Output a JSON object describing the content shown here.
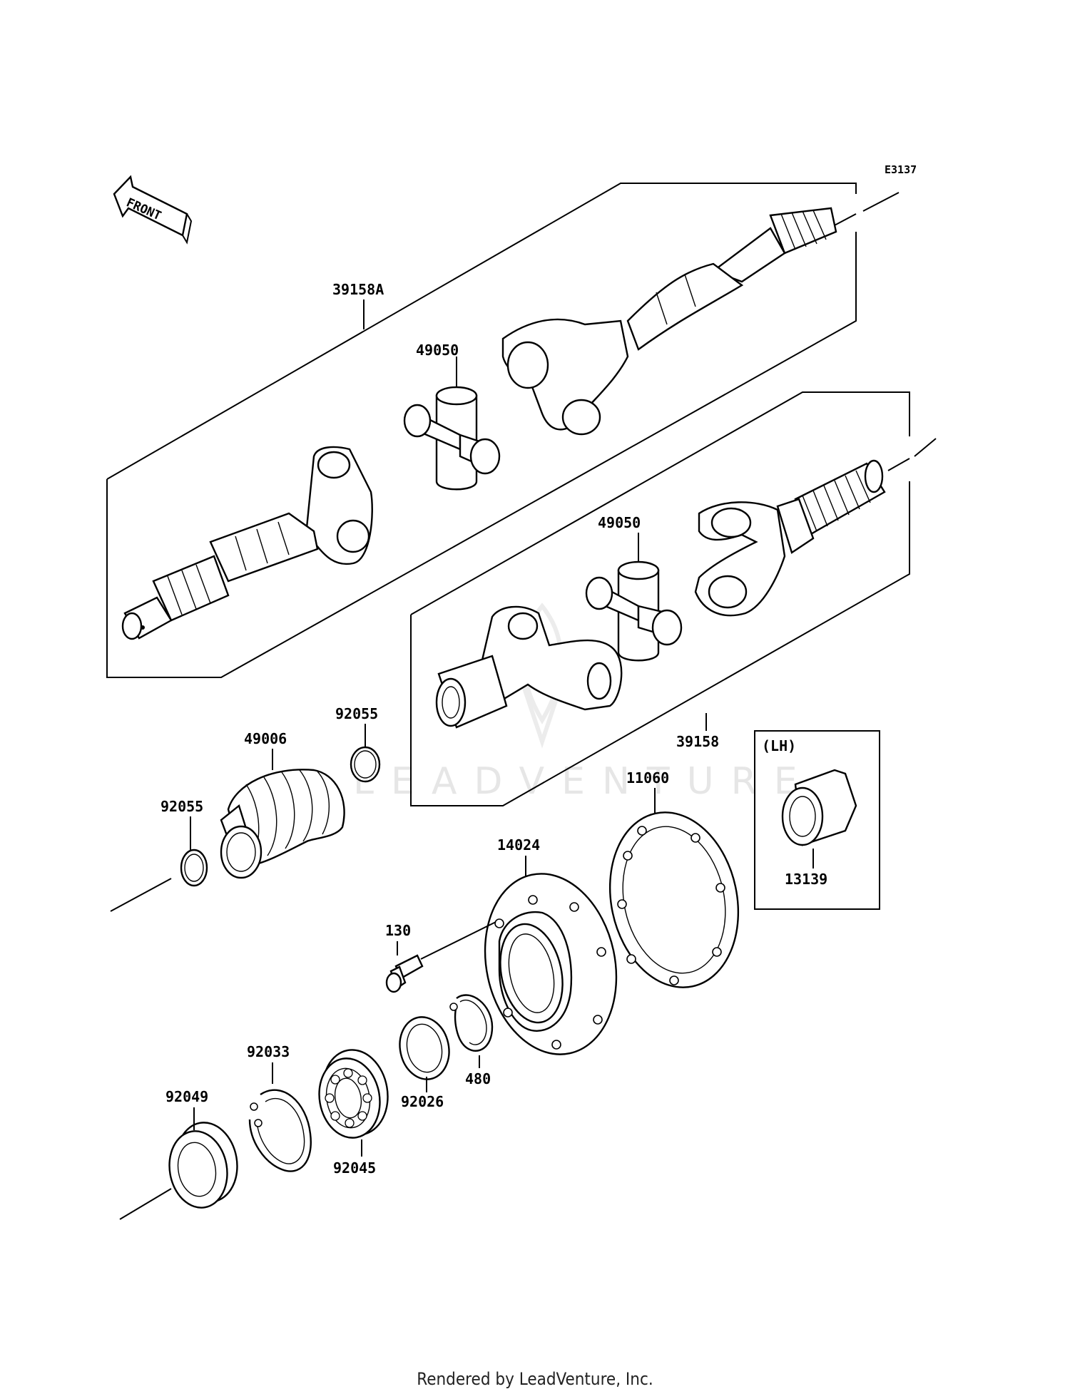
{
  "diagram_code": "E3137",
  "front_label": "FRONT",
  "watermark": "LEADVENTURE",
  "lh_label": "(LH)",
  "footer": "Rendered by LeadVenture, Inc.",
  "parts": {
    "shaft_assy_front": "39158A",
    "joint_upper": "49050",
    "joint_lower": "49050",
    "shaft_assy_rear": "39158",
    "ring_upper": "92055",
    "boot": "49006",
    "ring_left": "92055",
    "gasket": "11060",
    "housing": "14024",
    "coupling_lh": "13139",
    "bolt": "130",
    "circlip_small": "480",
    "shim": "92026",
    "snap_ring": "92033",
    "bearing": "92045",
    "oil_seal": "92049"
  }
}
